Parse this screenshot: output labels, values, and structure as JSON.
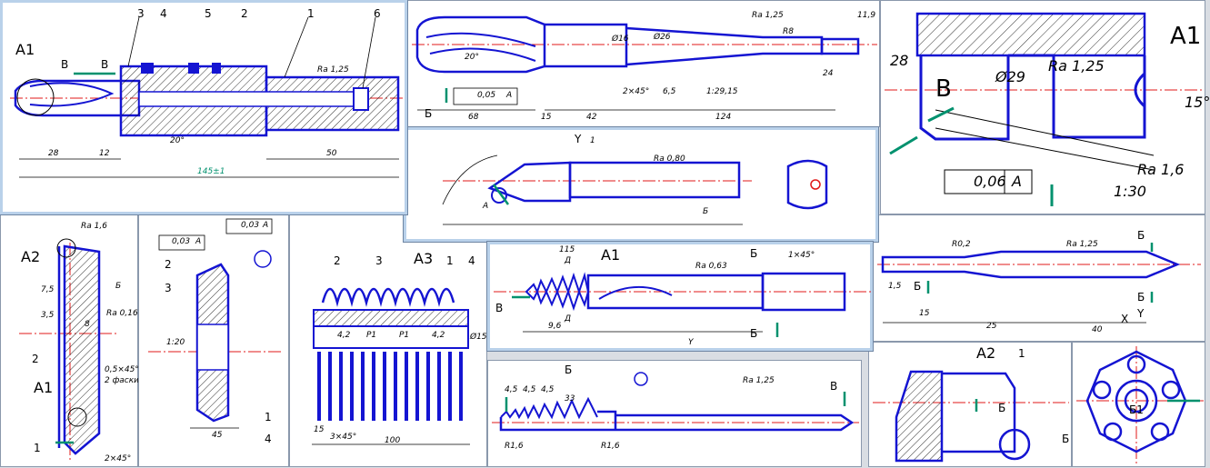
{
  "colors": {
    "outline": "#1414d2",
    "hatch": "#000000",
    "centerline": "#e01818",
    "accent": "#00916e",
    "paper": "#ffffff"
  },
  "sheets": {
    "s1": {
      "labels": [
        "А1",
        "В",
        "В",
        "3",
        "4",
        "5",
        "2",
        "1",
        "6",
        "Ra 1,25",
        "28",
        "12",
        "50",
        "145±1",
        "20°"
      ]
    },
    "s2": {
      "labels": [
        "0,05",
        "А",
        "Б",
        "68",
        "15",
        "42",
        "6,5",
        "124",
        "Ra 1,25",
        "R8",
        "24",
        "11,9",
        "2×45°",
        "1:29,15",
        "20°",
        "Ø26",
        "Ø16"
      ]
    },
    "s3": {
      "labels": [
        "А1",
        "28",
        "Ra 1,25",
        "В",
        "Ø29",
        "0,06",
        "А",
        "Ra 1,6",
        "1:30",
        "15°"
      ]
    },
    "s4": {
      "labels": [
        "Y",
        "1",
        "А",
        "Б",
        "Ra 0,80"
      ]
    },
    "s5": {
      "labels": [
        "А2",
        "Ra 1,6",
        "Б",
        "7,5",
        "3,5",
        "8",
        "Ra 0,16",
        "2",
        "А1",
        "0,5×45°",
        "2 фаски",
        "1",
        "2×45°"
      ]
    },
    "s6": {
      "labels": [
        "0,03",
        "А",
        "0,03",
        "А",
        "2",
        "3",
        "1:20",
        "45",
        "1",
        "4"
      ]
    },
    "s7": {
      "labels": [
        "2",
        "3",
        "А3",
        "1",
        "4",
        "4,2",
        "Р1",
        "Р1",
        "4,2",
        "15",
        "Ø15",
        "3×45°",
        "100"
      ]
    },
    "s8": {
      "labels": [
        "А1",
        "Б",
        "В",
        "Д",
        "Д",
        "Ra 0,63",
        "Y",
        "Б",
        "1×45°",
        "115",
        "9,6"
      ]
    },
    "s9": {
      "labels": [
        "Б",
        "Б",
        "Б",
        "Y",
        "X",
        "Ra 1,25",
        "R0,2",
        "1,5",
        "15",
        "25",
        "40"
      ]
    },
    "s10": {
      "labels": [
        "Б",
        "4,5",
        "4,5",
        "4,5",
        "33",
        "В",
        "Ra 1,25",
        "R1,6",
        "R1,6"
      ]
    },
    "s11": {
      "labels": [
        "А2",
        "1",
        "Б",
        "Б"
      ]
    },
    "s12": {
      "labels": [
        "Б1"
      ]
    }
  }
}
